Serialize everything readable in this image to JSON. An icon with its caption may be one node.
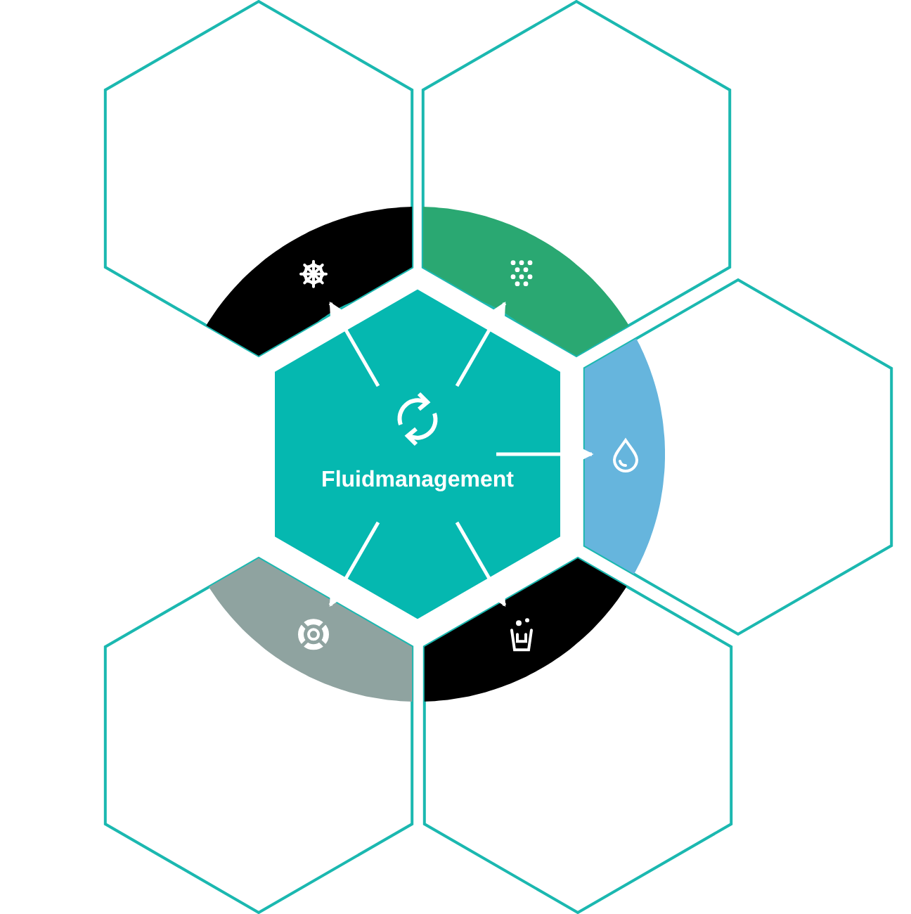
{
  "diagram": {
    "nodes": [
      {
        "text": [
          "Fluidmanagement"
        ]
      },
      {
        "text": [],
        "shape": "hexagon"
      },
      {
        "text": [],
        "shape": "picture",
        "in": 1
      },
      {
        "text": [],
        "shape": "hexagon"
      },
      {
        "text": [],
        "shape": "picture",
        "in": 3
      },
      {
        "text": [],
        "shape": "hexagon"
      },
      {
        "text": [],
        "shape": "picture",
        "in": 5
      },
      {
        "text": [],
        "shape": "hexagon"
      },
      {
        "text": [],
        "shape": "picture",
        "in": 7
      },
      {
        "text": [],
        "shape": "hexagon"
      },
      {
        "text": [],
        "shape": "picture",
        "in": 9
      }
    ],
    "edges": [
      {
        "from": 0,
        "to": 2,
        "arrow": "to"
      },
      {
        "from": 0,
        "to": 4,
        "arrow": "to"
      },
      {
        "from": 0,
        "to": 6,
        "arrow": "to"
      },
      {
        "from": 0,
        "to": 8,
        "arrow": "to"
      },
      {
        "from": 0,
        "to": 10,
        "arrow": "to"
      }
    ]
  }
}
